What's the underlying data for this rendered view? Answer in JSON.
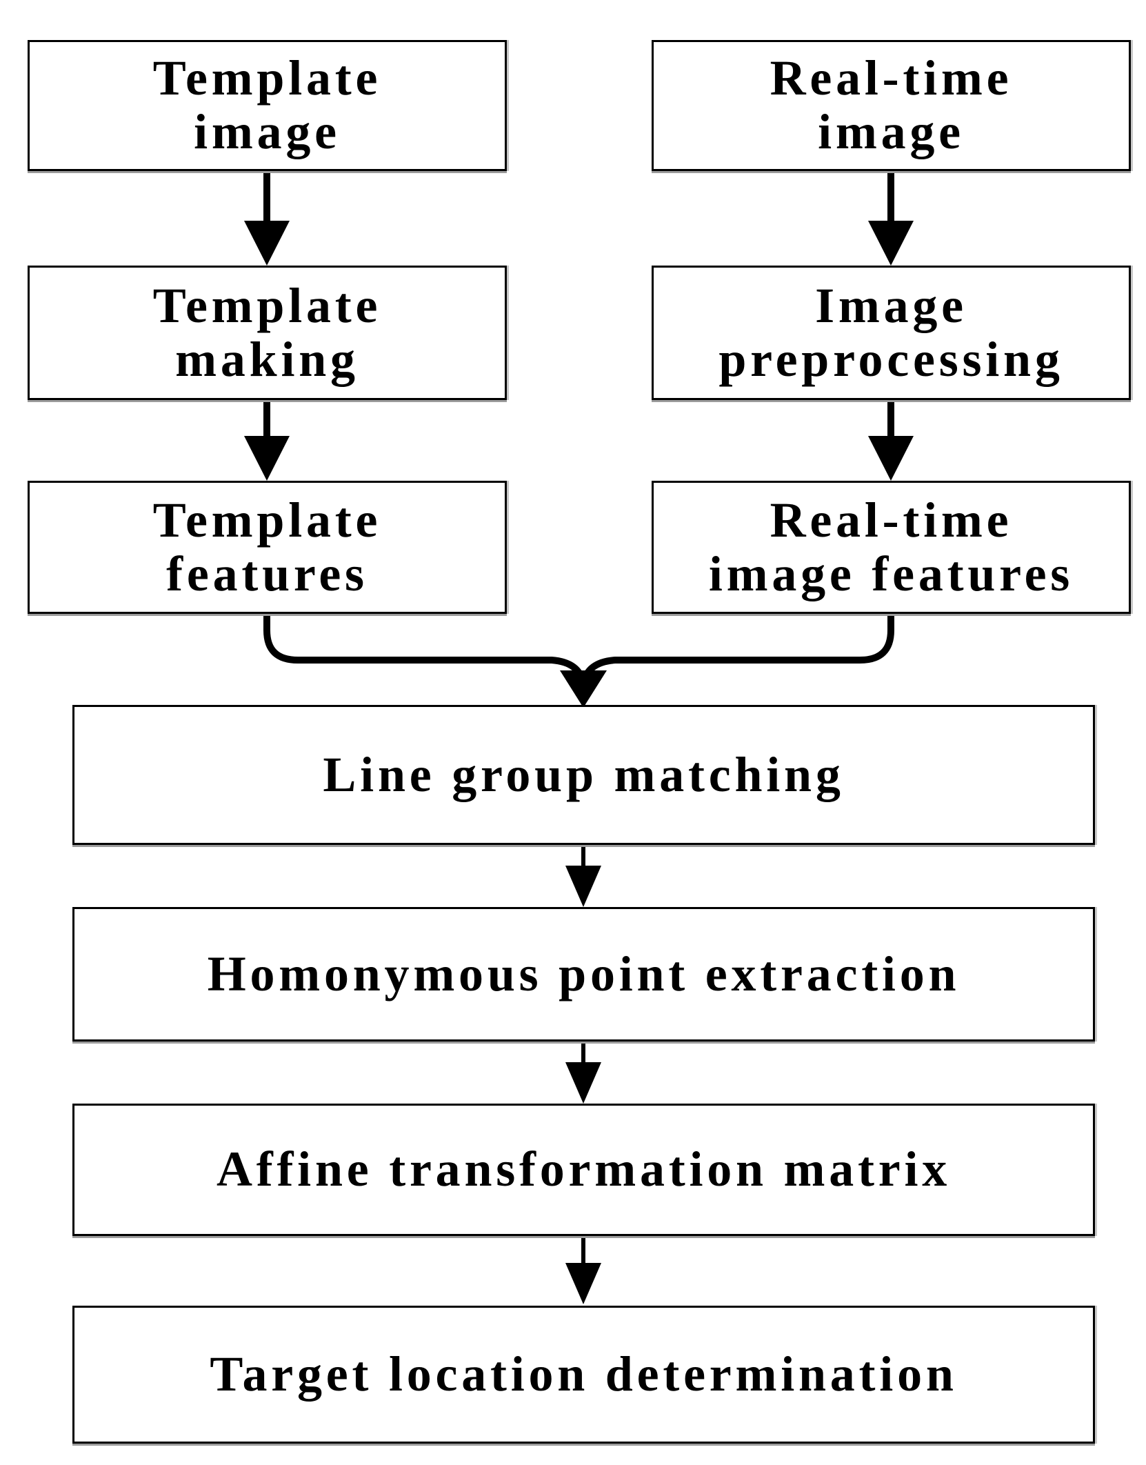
{
  "nodes": {
    "template_image": {
      "label": "Template image",
      "lines": [
        "Template",
        "image"
      ]
    },
    "real_time_image": {
      "label": "Real-time image",
      "lines": [
        "Real-time",
        "image"
      ]
    },
    "template_making": {
      "label": "Template making",
      "lines": [
        "Template",
        "making"
      ]
    },
    "image_preprocessing": {
      "label": "Image preprocessing",
      "lines": [
        "Image",
        "preprocessing"
      ]
    },
    "template_features": {
      "label": "Template features",
      "lines": [
        "Template",
        "features"
      ]
    },
    "real_time_image_features": {
      "label": "Real-time image features",
      "lines": [
        "Real-time",
        "image features"
      ]
    },
    "line_group_matching": {
      "label": "Line group matching",
      "lines": [
        "Line group matching"
      ]
    },
    "homonymous_point_extraction": {
      "label": "Homonymous point extraction",
      "lines": [
        "Homonymous point extraction"
      ]
    },
    "affine_transformation_matrix": {
      "label": "Affine transformation matrix",
      "lines": [
        "Affine transformation matrix"
      ]
    },
    "target_location_determination": {
      "label": "Target location determination",
      "lines": [
        "Target location determination"
      ]
    }
  },
  "edges": [
    {
      "from": "Template image",
      "to": "Template making"
    },
    {
      "from": "Real-time image",
      "to": "Image preprocessing"
    },
    {
      "from": "Template making",
      "to": "Template features"
    },
    {
      "from": "Image preprocessing",
      "to": "Real-time image features"
    },
    {
      "from": "Template features",
      "to": "Line group matching"
    },
    {
      "from": "Real-time image features",
      "to": "Line group matching"
    },
    {
      "from": "Line group matching",
      "to": "Homonymous point extraction"
    },
    {
      "from": "Homonymous point extraction",
      "to": "Affine transformation matrix"
    },
    {
      "from": "Affine transformation matrix",
      "to": "Target location determination"
    }
  ],
  "colors": {
    "background": "#ffffff",
    "box_fill": "#ffffff",
    "box_border": "#000000",
    "arrow": "#000000",
    "box_shadow": "#9b9b9b"
  }
}
